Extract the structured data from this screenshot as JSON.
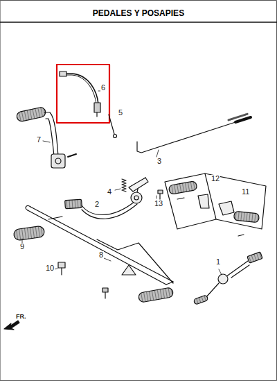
{
  "diagram": {
    "title": "PEDALES Y POSAPIES",
    "labels": [
      "6",
      "5",
      "7",
      "3",
      "12",
      "11",
      "4",
      "2",
      "13",
      "9",
      "8",
      "10",
      "1",
      "FR."
    ]
  }
}
